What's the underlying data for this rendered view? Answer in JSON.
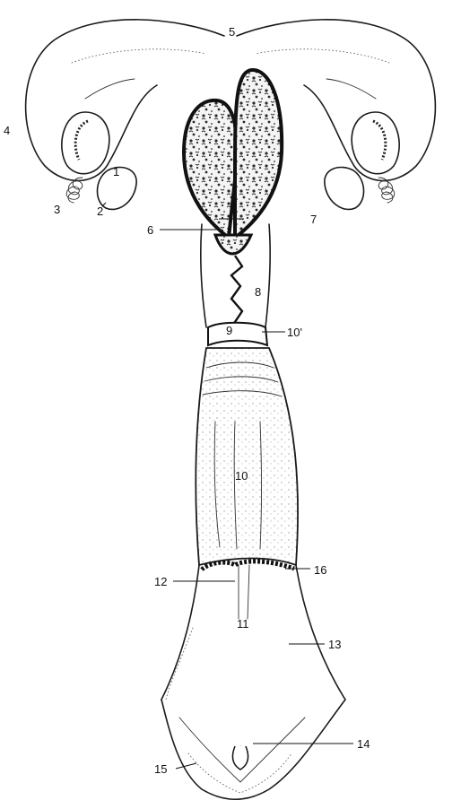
{
  "figure": {
    "labels": {
      "l1": "1",
      "l2": "2",
      "l3": "3",
      "l4": "4",
      "l5": "5",
      "l6": "6",
      "l7": "7",
      "l8": "8",
      "l9": "9",
      "l10p": "10'",
      "l10": "10",
      "l11": "11",
      "l12": "12",
      "l13": "13",
      "l14": "14",
      "l15": "15",
      "l16": "16"
    }
  }
}
